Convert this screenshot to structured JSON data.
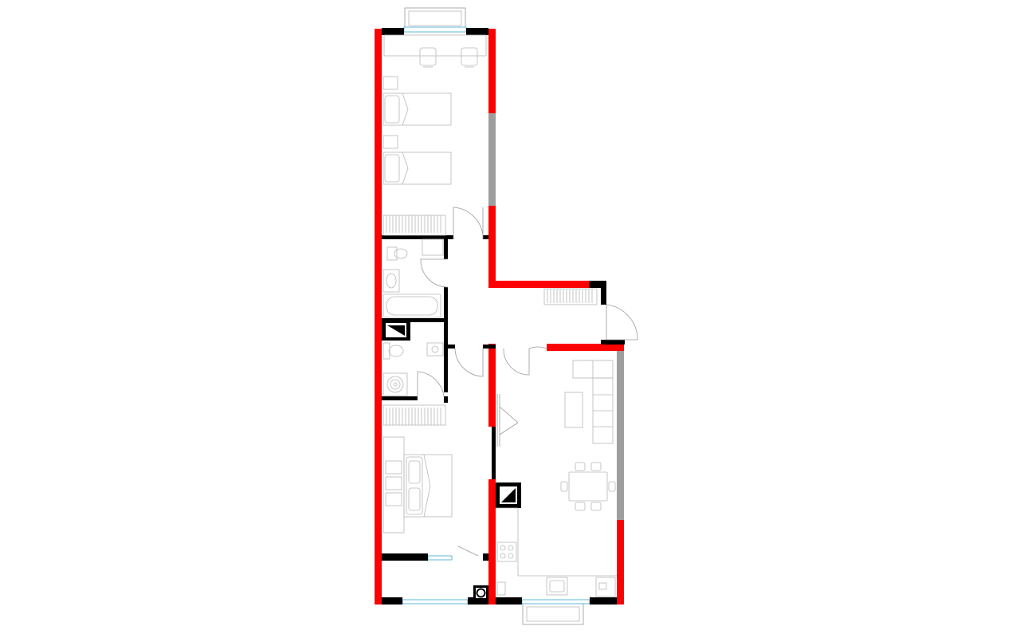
{
  "plan": {
    "colors": {
      "background": "#ffffff",
      "load_bearing_wall": "#ff0000",
      "partition_wall": "#000000",
      "glazing_wall": "#9e9e9e",
      "furniture_line": "#b8b8b8",
      "window_glass": "#5fb8d6"
    },
    "rooms": [
      "bedroom-north",
      "bathroom",
      "toilet-laundry",
      "hallway",
      "bedroom-south",
      "kitchen-living"
    ],
    "icons": [
      "bed-icon",
      "desk-chair-icon",
      "wardrobe-icon",
      "bathtub-icon",
      "toilet-icon",
      "sink-icon",
      "washing-machine-icon",
      "sofa-icon",
      "dining-table-icon",
      "stove-icon",
      "fridge-icon",
      "balcony-icon",
      "door-swing-icon",
      "window-icon"
    ]
  }
}
